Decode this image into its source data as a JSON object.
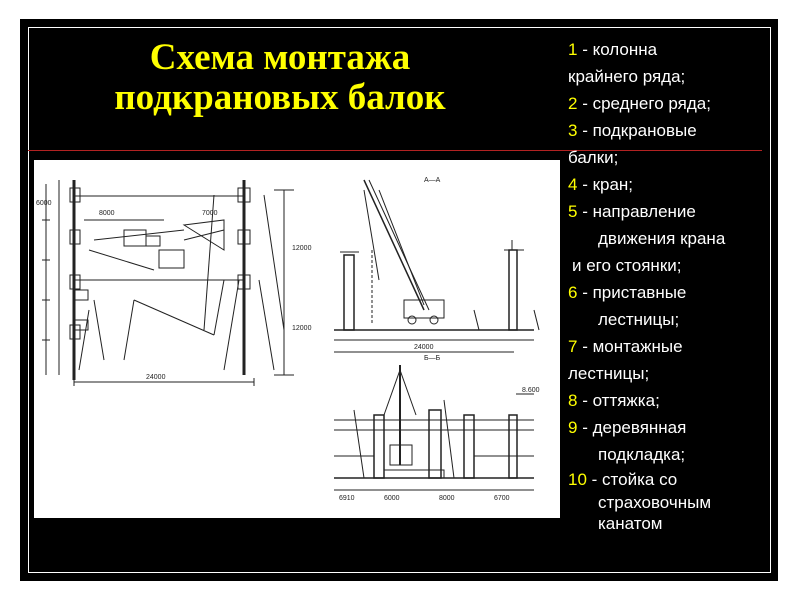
{
  "title": {
    "line1": "Схема монтажа",
    "line2": "подкрановых балок"
  },
  "legend": [
    {
      "num": "1",
      "text": " - колонна"
    },
    {
      "num": "",
      "text": "крайнего ряда;"
    },
    {
      "num": "2",
      "text": " - среднего ряда;"
    },
    {
      "num": "3",
      "text": " - подкрановые"
    },
    {
      "num": "",
      "text": "балки;"
    },
    {
      "num": "4",
      "text": " - кран;"
    },
    {
      "num": "5",
      "text": " - направление"
    },
    {
      "num": "",
      "text": "движения крана"
    },
    {
      "num": "",
      "text": "и его стоянки;"
    },
    {
      "num": "6",
      "text": " - приставные"
    },
    {
      "num": "",
      "text": "лестницы;"
    },
    {
      "num": "7",
      "text": " - монтажные"
    },
    {
      "num": "",
      "text": "лестницы;"
    },
    {
      "num": "8",
      "text": " - оттяжка;"
    },
    {
      "num": "9",
      "text": " - деревянная"
    },
    {
      "num": "",
      "text": "подкладка;"
    },
    {
      "num": "10",
      "text": " - стойка со"
    },
    {
      "num": "",
      "text": "страховочным"
    },
    {
      "num": "",
      "text": "канатом"
    }
  ],
  "drawing": {
    "section_aa": "А—А",
    "section_bb": "Б—Б",
    "dims": {
      "span_plan": "24000",
      "span_aa": "24000",
      "d6000": "6000",
      "d7000": "7000",
      "d8000": "8000",
      "d12000": "12000",
      "d6910": "6910",
      "d6700": "6700",
      "d6000b": "6000",
      "d8000b": "8000",
      "mark": "8.600"
    }
  }
}
